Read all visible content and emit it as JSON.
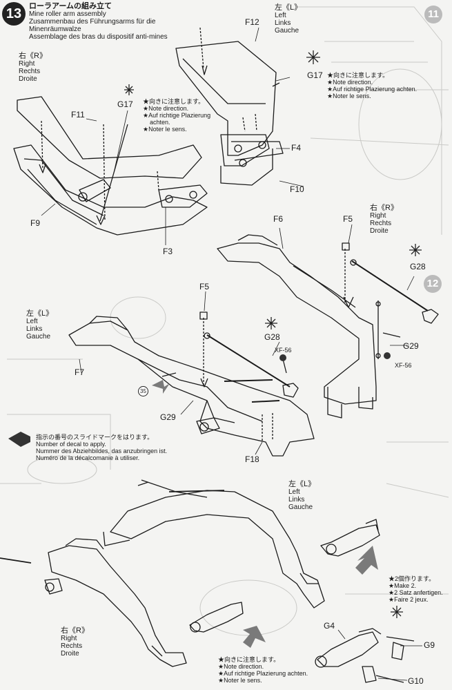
{
  "header": {
    "step_number": "13",
    "title_jp": "ローラアームの組み立て",
    "title_en": "Mine roller arm assembly",
    "title_de_1": "Zusammenbau des Führungsarms für die",
    "title_de_2": "Minenräumwalze",
    "title_fr": "Assemblage des bras du dispositif anti-mines"
  },
  "side_labels": {
    "left": {
      "jp": "左《L》",
      "en": "Left",
      "de": "Links",
      "fr": "Gauche"
    },
    "right": {
      "jp": "右《R》",
      "en": "Right",
      "de": "Rechts",
      "fr": "Droite"
    }
  },
  "notes": {
    "direction": {
      "jp": "★向きに注意します。",
      "en": "★Note direction.",
      "de_1": "★Auf richtige Plazierung",
      "de_2": "achten.",
      "de_full": "★Auf richtige Plazierung achten.",
      "fr": "★Noter le sens."
    },
    "make2": {
      "jp": "★2個作ります。",
      "en": "★Make 2.",
      "de": "★2 Satz anfertigen.",
      "fr": "★Faire 2 jeux."
    },
    "decal": {
      "jp": "指示の番号のスライドマークをはります。",
      "en": "Number of decal to apply.",
      "de": "Nummer des Abziehbildes, das anzubringen ist.",
      "fr": "Numéro de la décalcomanie à utiliser."
    }
  },
  "parts": {
    "F12": "F12",
    "G17": "G17",
    "F4": "F4",
    "F10": "F10",
    "F11": "F11",
    "F9": "F9",
    "F3": "F3",
    "F6": "F6",
    "F5": "F5",
    "G28": "G28",
    "G29": "G29",
    "F7": "F7",
    "F18": "F18",
    "G4": "G4",
    "G9": "G9",
    "G10": "G10"
  },
  "paint": "XF-56",
  "decal_number": "35",
  "bg_step_number": "12",
  "bg_step_number_2": "11"
}
